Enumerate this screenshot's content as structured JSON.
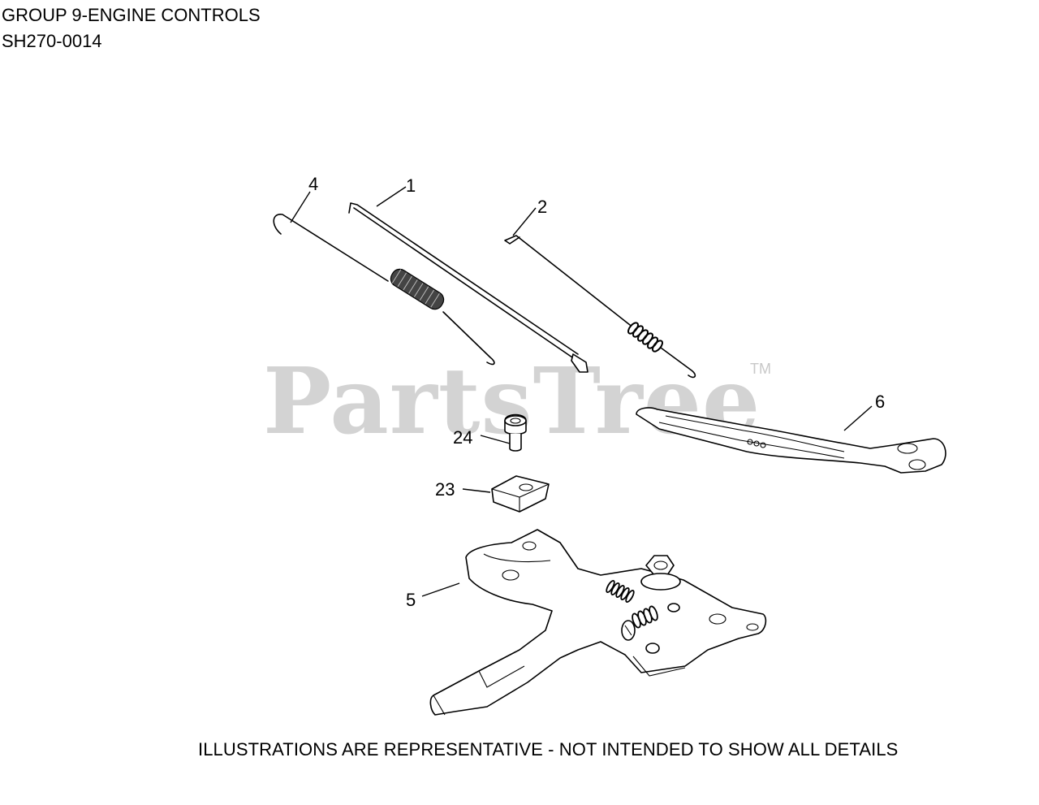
{
  "header": {
    "title": "GROUP 9-ENGINE CONTROLS",
    "code": "SH270-0014"
  },
  "watermark": {
    "brand": "PartsTree",
    "tm": "TM"
  },
  "footer": {
    "disclaimer": "ILLUSTRATIONS ARE REPRESENTATIVE - NOT INTENDED TO SHOW ALL DETAILS"
  },
  "callouts": {
    "c4": "4",
    "c1": "1",
    "c2": "2",
    "c6": "6",
    "c24": "24",
    "c23": "23",
    "c5": "5"
  }
}
